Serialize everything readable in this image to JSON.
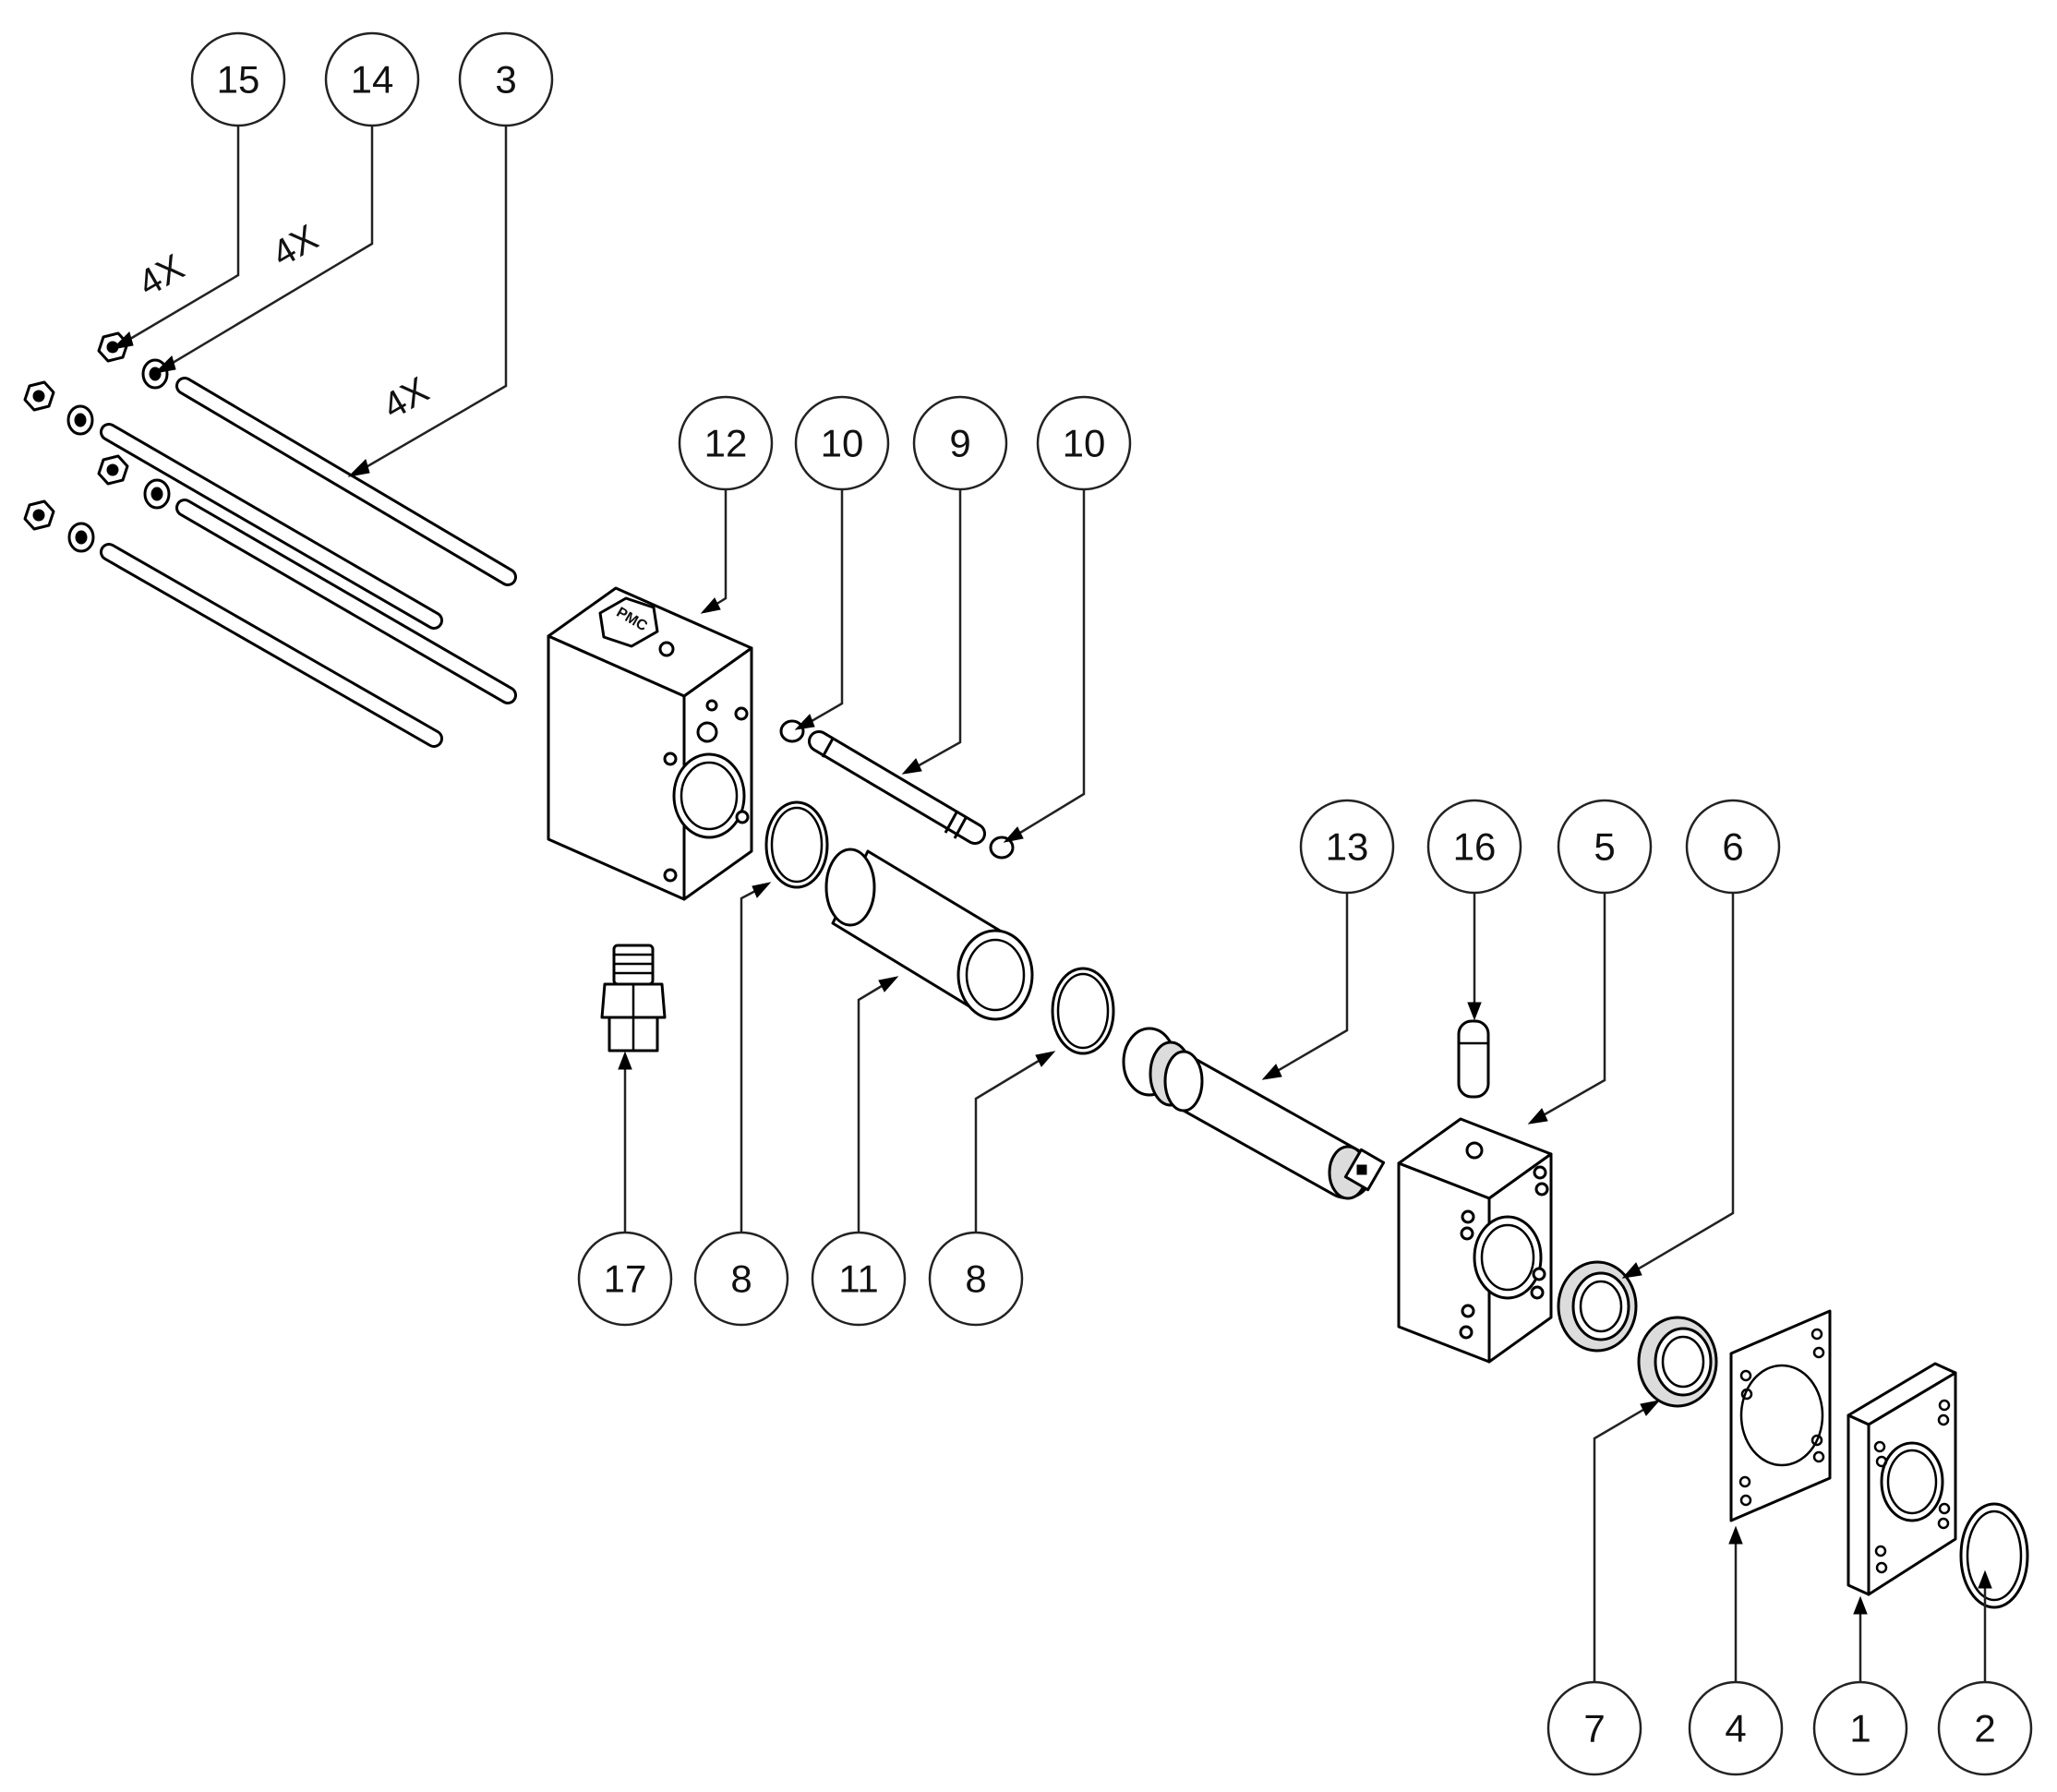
{
  "diagram": {
    "type": "exploded-assembly",
    "balloons": [
      {
        "id": "15",
        "label": "15"
      },
      {
        "id": "14",
        "label": "14"
      },
      {
        "id": "3",
        "label": "3"
      },
      {
        "id": "12",
        "label": "12"
      },
      {
        "id": "10a",
        "label": "10"
      },
      {
        "id": "9",
        "label": "9"
      },
      {
        "id": "10b",
        "label": "10"
      },
      {
        "id": "13",
        "label": "13"
      },
      {
        "id": "16",
        "label": "16"
      },
      {
        "id": "5",
        "label": "5"
      },
      {
        "id": "6",
        "label": "6"
      },
      {
        "id": "17",
        "label": "17"
      },
      {
        "id": "8a",
        "label": "8"
      },
      {
        "id": "11",
        "label": "11"
      },
      {
        "id": "8b",
        "label": "8"
      },
      {
        "id": "7",
        "label": "7"
      },
      {
        "id": "4",
        "label": "4"
      },
      {
        "id": "1",
        "label": "1"
      },
      {
        "id": "2",
        "label": "2"
      }
    ],
    "quantity_labels": [
      {
        "id": "q15",
        "text": "4X"
      },
      {
        "id": "q14",
        "text": "4X"
      },
      {
        "id": "q3",
        "text": "4X"
      }
    ],
    "logo_text": "PMC"
  }
}
